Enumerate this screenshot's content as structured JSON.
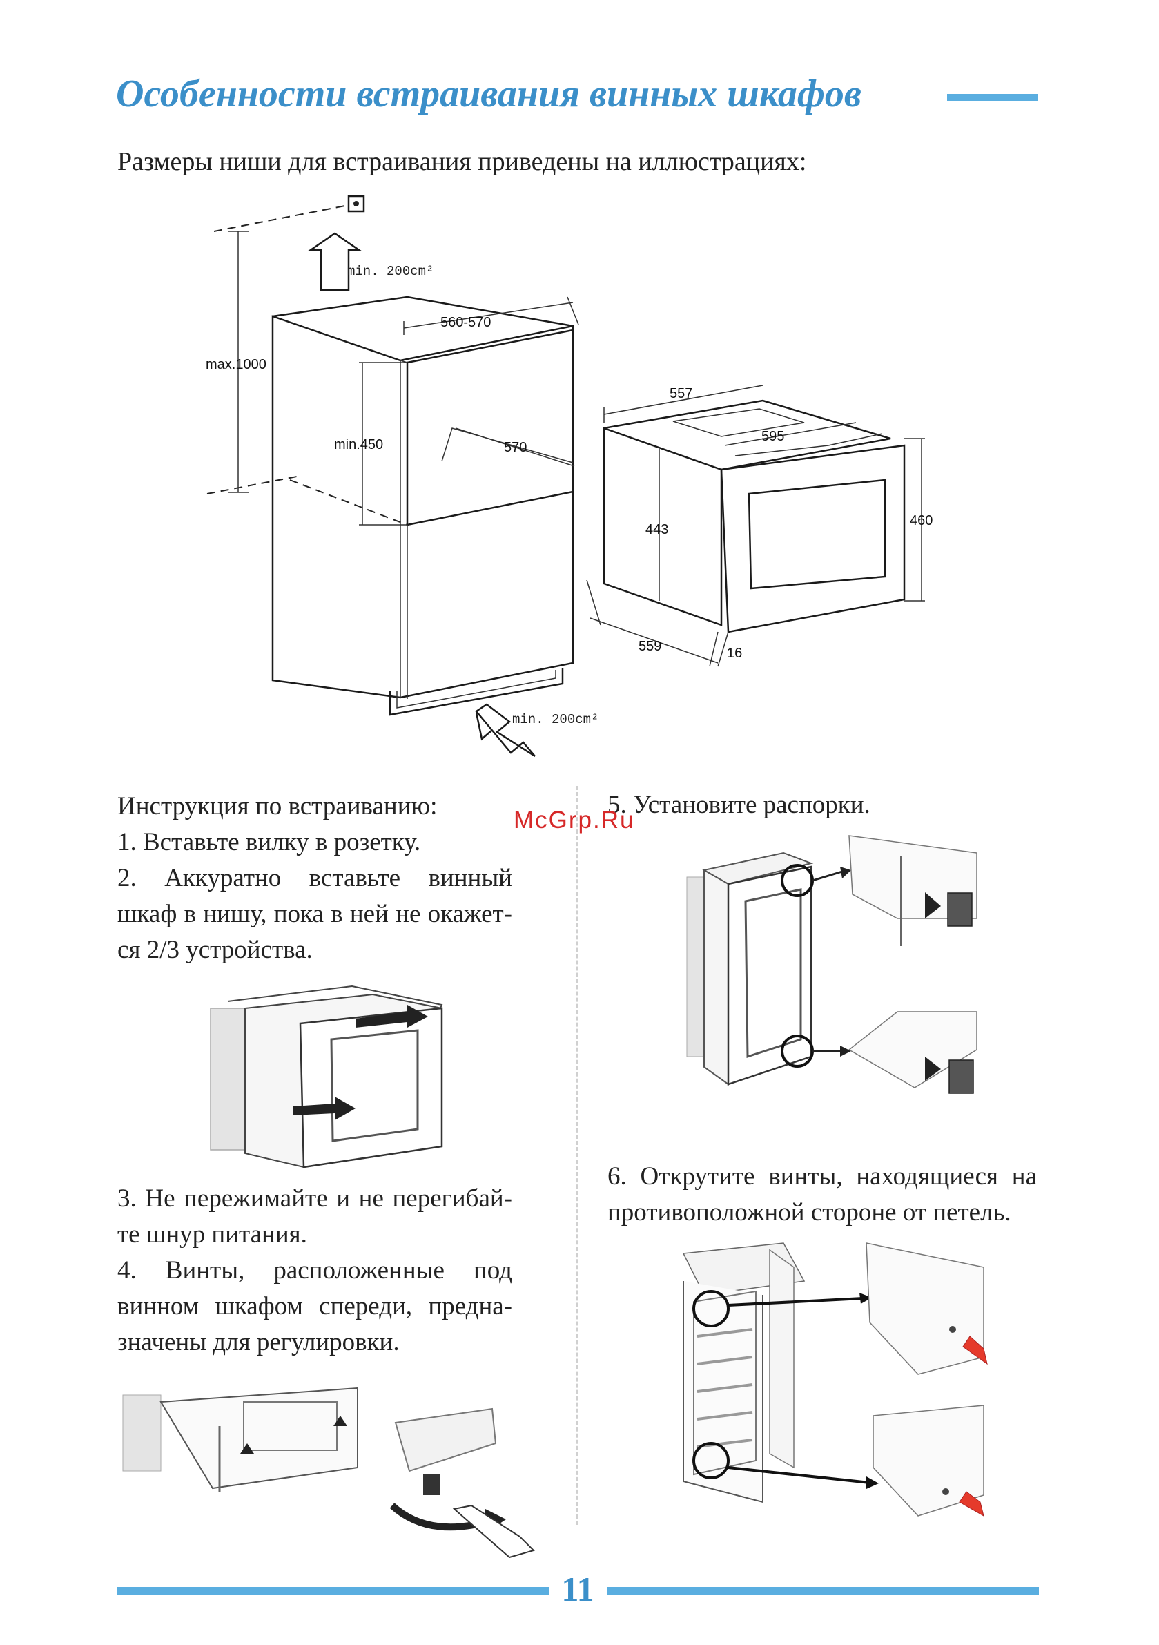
{
  "header": {
    "title": "Особенности встраивания винных шкафов"
  },
  "intro": "Размеры ниши для встраивания приведены на иллюстрациях:",
  "diagram": {
    "labels": {
      "vent_top": "min. 200cm²",
      "vent_bottom": "min. 200cm²",
      "max_height": "max.1000",
      "niche_width": "560-570",
      "niche_height": "min.450",
      "niche_depth": "570",
      "unit_width": "557",
      "unit_top": "595",
      "unit_body_height": "443",
      "unit_height": "460",
      "unit_depth": "559",
      "door_thickness": "16"
    }
  },
  "left_column": {
    "heading": "Инструкция по встраиванию:",
    "step1": "1. Вставьте вилку в розетку.",
    "step2": "2. Аккуратно вставьте винный шкаф в нишу, пока в ней не окажет-ся 2/3 устройства.",
    "step3": "3. Не пережимайте и не перегибай-те шнур питания.",
    "step4": "4. Винты, расположенные под винном шкафом спереди, предна-значены для регулировки."
  },
  "right_column": {
    "step5": "5. Установите распорки.",
    "step6": "6. Открутите винты, находящиеся на противоположной стороне от петель."
  },
  "watermark": "McGrp.Ru",
  "footer": {
    "page_number": "11"
  }
}
